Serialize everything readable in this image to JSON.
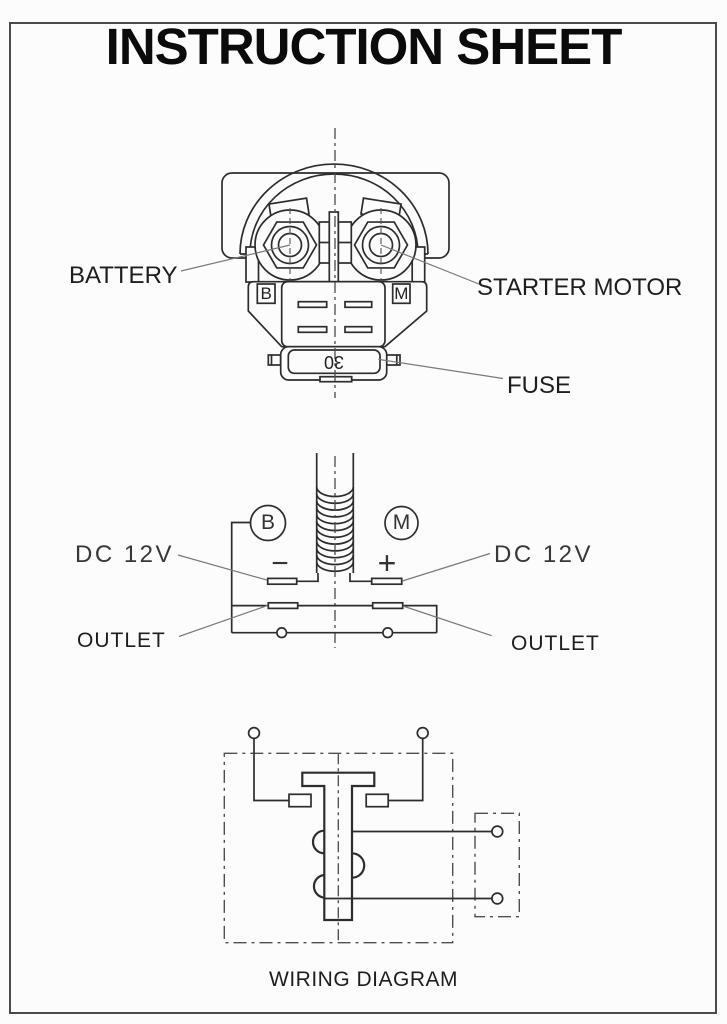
{
  "page": {
    "title": "INSTRUCTION SHEET",
    "background_color": "#fcfcfc",
    "border_color": "#4b4b4b",
    "line_color": "#2d2d2d",
    "leader_color": "#7a7a7a",
    "text_color": "#1e1e1e"
  },
  "top_view": {
    "labels": {
      "battery": "BATTERY",
      "starter_motor": "STARTER MOTOR",
      "fuse": "FUSE"
    },
    "terminal_b": "B",
    "terminal_m": "M",
    "fuse_rating": "30"
  },
  "side_view": {
    "terminal_b": "B",
    "terminal_m": "M",
    "dc_left": "DC 12V",
    "dc_right": "DC 12V",
    "polarity_negative": "−",
    "polarity_positive": "+",
    "outlet_left": "OUTLET",
    "outlet_right": "OUTLET"
  },
  "wiring_view": {
    "caption": "WIRING DIAGRAM"
  }
}
